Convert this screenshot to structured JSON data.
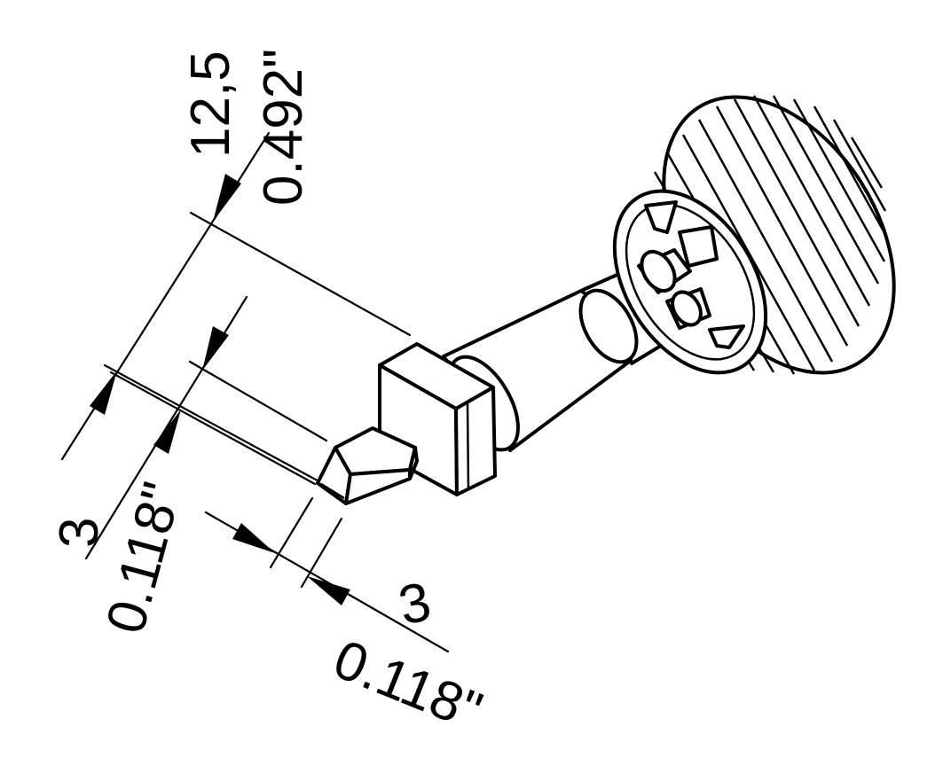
{
  "dimensions": {
    "length": {
      "mm": "12,5",
      "inch": "0.492\""
    },
    "thickness": {
      "mm": "3",
      "inch": "0.118\""
    },
    "width": {
      "mm": "3",
      "inch": "0.118\""
    }
  },
  "colors": {
    "line": "#000000",
    "background": "#ffffff"
  }
}
